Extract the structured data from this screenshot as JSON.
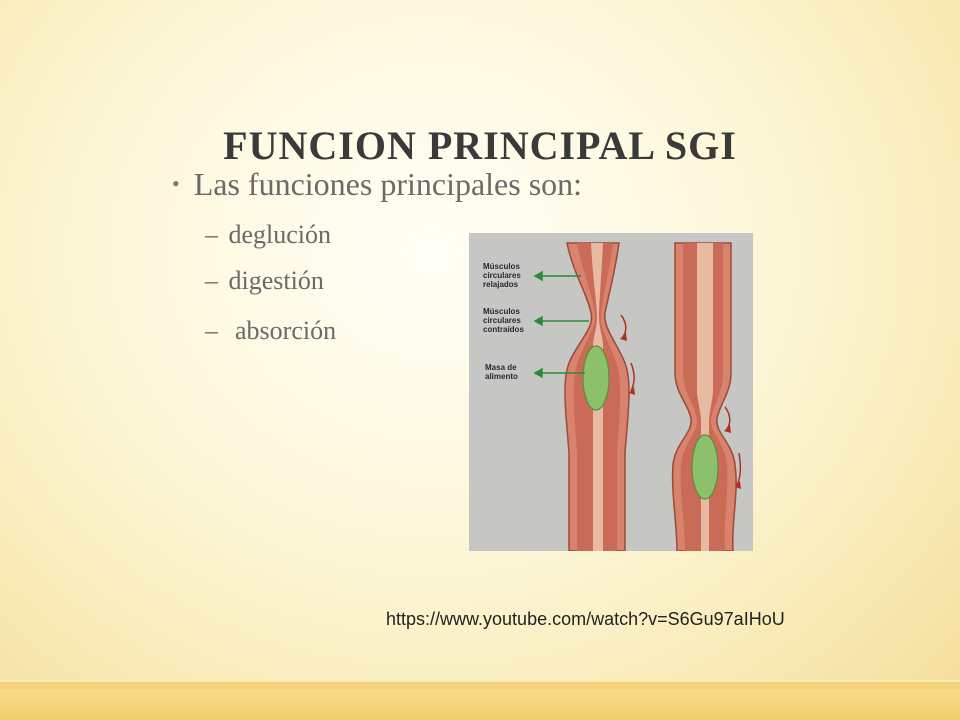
{
  "slide": {
    "title": "FUNCION PRINCIPAL SGI",
    "bullet": "Las funciones principales son:",
    "sub_items": [
      {
        "dash": "–",
        "text": "deglución"
      },
      {
        "dash": "–",
        "text": "digestión"
      },
      {
        "dash": "–",
        "text": " absorción"
      }
    ],
    "url": "https://www.youtube.com/watch?v=S6Gu97aIHoU"
  },
  "figure": {
    "labels": {
      "relaxed": [
        "Músculos",
        "circulares",
        "relajados"
      ],
      "contracted": [
        "Músculos",
        "circulares",
        "contraídos"
      ],
      "food": [
        "Masa de",
        "alimento"
      ]
    },
    "colors": {
      "background": "#c6c7c5",
      "muscle": "#d9826c",
      "lumen": "#e8b9a3",
      "bolus": "#8cc06a",
      "arrow_green": "#2e8a3a",
      "arrow_red": "#b03020"
    }
  }
}
